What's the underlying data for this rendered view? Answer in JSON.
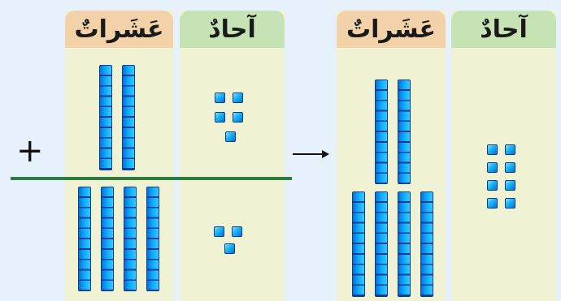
{
  "left_table": {
    "tens_header": "عَشَراتٌ",
    "ones_header": "آحادٌ",
    "top_number": {
      "tens": 2,
      "ones": 5
    },
    "bottom_number": {
      "tens": 4,
      "ones": 3
    }
  },
  "operator": "+",
  "arrow": "→",
  "right_table": {
    "tens_header": "عَشَراتٌ",
    "ones_header": "آحادٌ",
    "result": {
      "tens": 6,
      "ones": 8
    }
  },
  "colors": {
    "background": "#e6f1fb",
    "column": "#eff3d4",
    "tens_header": "#f3d2a9",
    "ones_header": "#c6e3b6",
    "rule": "#2e7a3f",
    "block": "#1aa9f2"
  }
}
